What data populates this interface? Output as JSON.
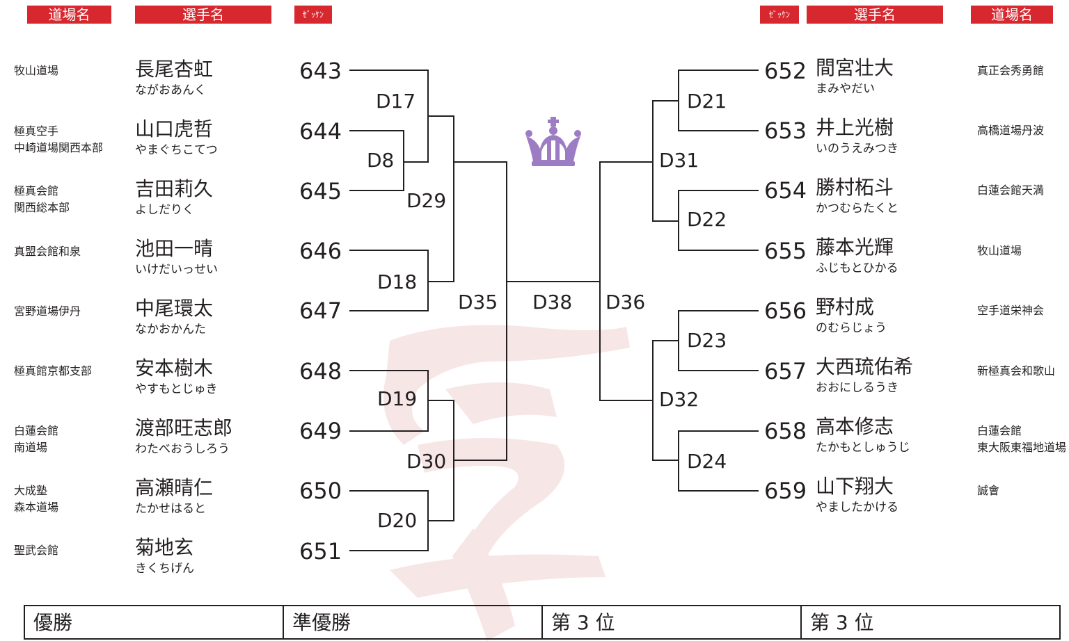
{
  "headers": {
    "dojo": "道場名",
    "player": "選手名",
    "bib": "ｾﾞｯｹﾝ"
  },
  "left_players": [
    {
      "dojo": [
        "牧山道場"
      ],
      "name": "長尾杏虹",
      "kana": "ながおあんく",
      "bib": "643"
    },
    {
      "dojo": [
        "極真空手",
        "中崎道場関西本部"
      ],
      "name": "山口虎哲",
      "kana": "やまぐちこてつ",
      "bib": "644"
    },
    {
      "dojo": [
        "極真会館",
        "関西総本部"
      ],
      "name": "吉田莉久",
      "kana": "よしだりく",
      "bib": "645"
    },
    {
      "dojo": [
        "真盟会館和泉"
      ],
      "name": "池田一晴",
      "kana": "いけだいっせい",
      "bib": "646"
    },
    {
      "dojo": [
        "宮野道場伊丹"
      ],
      "name": "中尾環太",
      "kana": "なかおかんた",
      "bib": "647"
    },
    {
      "dojo": [
        "極真館京都支部"
      ],
      "name": "安本樹木",
      "kana": "やすもとじゅき",
      "bib": "648"
    },
    {
      "dojo": [
        "白蓮会館",
        "南道場"
      ],
      "name": "渡部旺志郎",
      "kana": "わたべおうしろう",
      "bib": "649"
    },
    {
      "dojo": [
        "大成塾",
        "森本道場"
      ],
      "name": "高瀬晴仁",
      "kana": "たかせはると",
      "bib": "650"
    },
    {
      "dojo": [
        "聖武会館"
      ],
      "name": "菊地玄",
      "kana": "きくちげん",
      "bib": "651"
    }
  ],
  "right_players": [
    {
      "dojo": [
        "真正会秀勇館"
      ],
      "name": "間宮壮大",
      "kana": "まみやだい",
      "bib": "652"
    },
    {
      "dojo": [
        "高橋道場丹波"
      ],
      "name": "井上光樹",
      "kana": "いのうえみつき",
      "bib": "653"
    },
    {
      "dojo": [
        "白蓮会館天満"
      ],
      "name": "勝村柘斗",
      "kana": "かつむらたくと",
      "bib": "654"
    },
    {
      "dojo": [
        "牧山道場"
      ],
      "name": "藤本光輝",
      "kana": "ふじもとひかる",
      "bib": "655"
    },
    {
      "dojo": [
        "空手道栄神会"
      ],
      "name": "野村成",
      "kana": "のむらじょう",
      "bib": "656"
    },
    {
      "dojo": [
        "新極真会和歌山"
      ],
      "name": "大西琉佑希",
      "kana": "おおにしるうき",
      "bib": "657"
    },
    {
      "dojo": [
        "白蓮会館",
        "東大阪東福地道場"
      ],
      "name": "高本修志",
      "kana": "たかもとしゅうじ",
      "bib": "658"
    },
    {
      "dojo": [
        "誠會"
      ],
      "name": "山下翔大",
      "kana": "やましたかける",
      "bib": "659"
    }
  ],
  "matches": {
    "D8": "D8",
    "D17": "D17",
    "D18": "D18",
    "D19": "D19",
    "D20": "D20",
    "D29": "D29",
    "D30": "D30",
    "D35": "D35",
    "D38": "D38",
    "D36": "D36",
    "D21": "D21",
    "D22": "D22",
    "D23": "D23",
    "D24": "D24",
    "D31": "D31",
    "D32": "D32"
  },
  "results": [
    "優勝",
    "準優勝",
    "第 3 位",
    "第 3 位"
  ],
  "colors": {
    "header_bg": "#d7282f",
    "text": "#231f20",
    "watermark": "#e9b9b9",
    "crown": "#9c7cc2"
  }
}
